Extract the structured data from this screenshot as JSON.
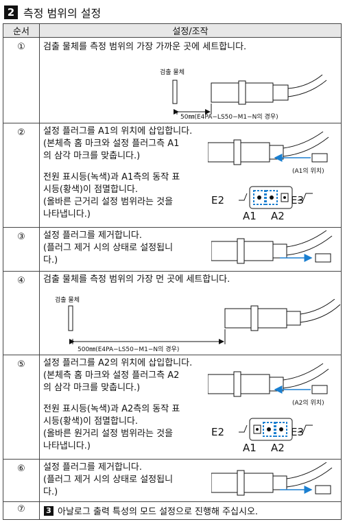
{
  "header": {
    "number": "2",
    "title": "측정 범위의 설정"
  },
  "table": {
    "col_seq": "순서",
    "col_action": "설정/조작"
  },
  "steps": [
    {
      "seq": "①",
      "lines": [
        "검출 물체를 측정 범위의 가장 가까운 곳에 세트합니다."
      ],
      "object_label": "검출 물체",
      "distance_label": "50㎜(E4PA−LS50−M1−N의 경우)"
    },
    {
      "seq": "②",
      "lines": [
        "설정 플러그를 A1의 위치에 삽입합니다.",
        "(본체측 홈 마크와 설정 플러그측 A1",
        "의 삼각 마크를 맞춥니다.)"
      ],
      "lines2": [
        "전원 표시등(녹색)과 A1측의 동작 표",
        "시등(황색)이 점멸합니다.",
        "(올바른 근거리 설정 범위라는 것을",
        "나타냅니다.)"
      ],
      "position_label": "(A1의 위치)",
      "e2": "E2",
      "e3": "E3",
      "a1": "A1",
      "a2": "A2"
    },
    {
      "seq": "③",
      "lines": [
        "설정 플러그를 제거합니다.",
        "(플러그 제거 시의 상태로 설정됩니",
        "다.)"
      ]
    },
    {
      "seq": "④",
      "lines": [
        "검출 물체를 측정 범위의 가장 먼 곳에 세트합니다."
      ],
      "object_label": "검출 물체",
      "distance_label": "500㎜(E4PA−LS50−M1−N의 경우)"
    },
    {
      "seq": "⑤",
      "lines": [
        "설정 플러그를 A2의 위치에 삽입합니다.",
        "(본체측 홈 마크와 설정 플러그측 A2",
        "의 삼각 마크를 맞춥니다.)"
      ],
      "lines2": [
        "전원 표시등(녹색)과 A2측의 동작 표",
        "시등(황색)이 점멸합니다.",
        "(올바른 원거리 설정 범위라는 것을",
        "나타냅니다.)"
      ],
      "position_label": "(A2의 위치)",
      "e2": "E2",
      "e3": "E3",
      "a1": "A1",
      "a2": "A2"
    },
    {
      "seq": "⑥",
      "lines": [
        "설정 플러그를 제거합니다.",
        "(플러그 제거 시의 상태로 설정됩니",
        "다.)"
      ]
    },
    {
      "seq": "⑦",
      "note_number": "3",
      "note": "아날로그 출력 특성의 모드 설정으로 진행해 주십시오."
    }
  ],
  "colors": {
    "arrow": "#1a7fd0",
    "led": "#1a7fd0",
    "header_bg": "#e7e7e7"
  }
}
